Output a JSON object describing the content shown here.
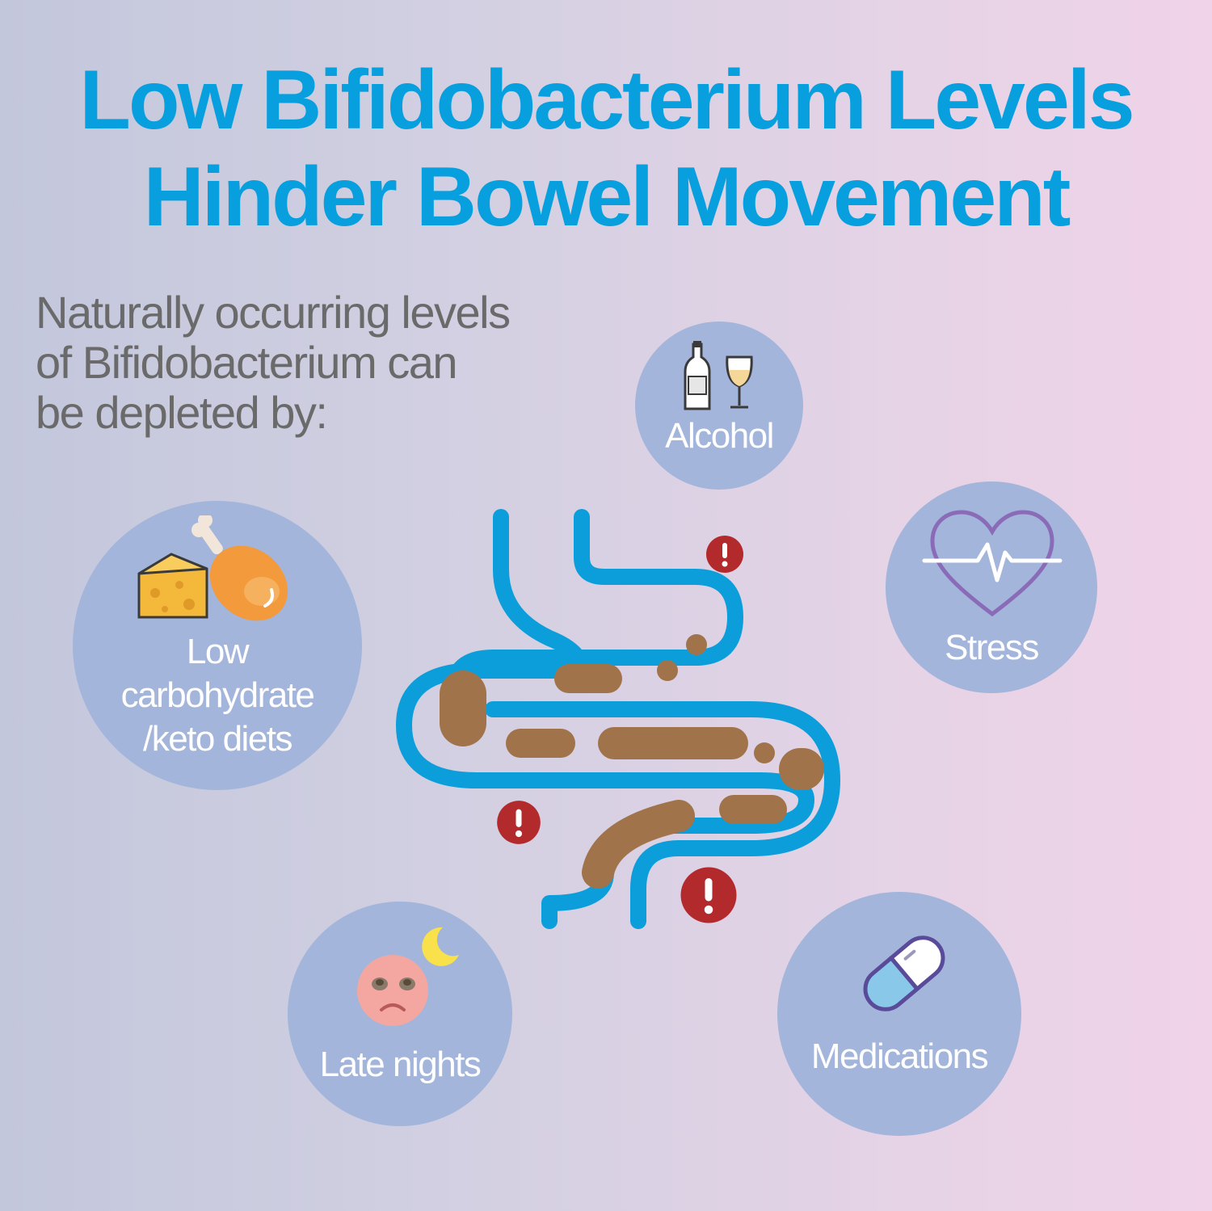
{
  "header": {
    "title_line1": "Low Bifidobacterium Levels",
    "title_line2": "Hinder Bowel Movement"
  },
  "intro": {
    "line1": "Naturally occurring levels",
    "line2": "of Bifidobacterium can",
    "line3": "be depleted by:"
  },
  "factors": {
    "alcohol": {
      "label": "Alcohol",
      "icon": "wine-bottle-and-glass-icon"
    },
    "stress": {
      "label": "Stress",
      "icon": "heartbeat-icon"
    },
    "diet": {
      "line1": "Low",
      "line2": "carbohydrate",
      "line3": "/keto diets",
      "icon": "cheese-and-chicken-leg-icon"
    },
    "late_nights": {
      "label": "Late nights",
      "icon": "tired-face-with-moon-icon"
    },
    "medications": {
      "label": "Medications",
      "icon": "pill-capsule-icon"
    }
  },
  "colors": {
    "title": "#089fdf",
    "intro_text": "#6a6a6a",
    "bubble": "#a3b5da",
    "intestine": "#0b9edb",
    "stool": "#a0734a",
    "alert": "#b32a2d"
  }
}
